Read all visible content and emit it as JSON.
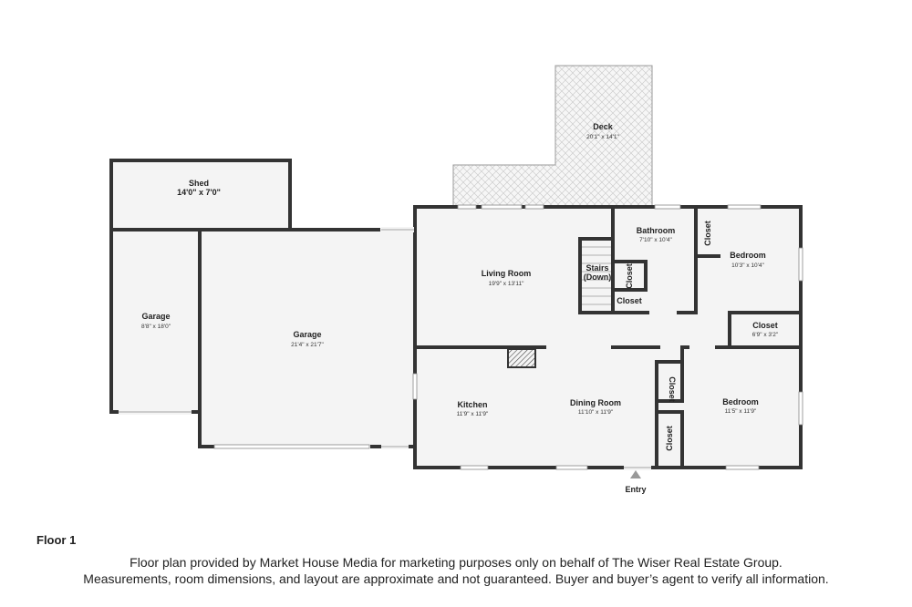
{
  "floor_label": "Floor 1",
  "disclaimer": {
    "line1": "Floor plan provided by Market House Media for marketing purposes only on behalf of The Wiser Real Estate Group.",
    "line2": "Measurements, room dimensions, and layout are approximate and not guaranteed. Buyer and buyer’s agent to verify all information."
  },
  "rooms": {
    "deck": {
      "name": "Deck",
      "dim": "20'1\" x 14'1\""
    },
    "shed": {
      "name": "Shed",
      "dim": "14'0\" x 7'0\""
    },
    "garage_small": {
      "name": "Garage",
      "dim": "8'8\" x 18'0\""
    },
    "garage_large": {
      "name": "Garage",
      "dim": "21'4\" x 21'7\""
    },
    "living_room": {
      "name": "Living Room",
      "dim": "19'9\" x 13'11\""
    },
    "stairs": {
      "name1": "Stairs",
      "name2": "(Down)"
    },
    "bathroom": {
      "name": "Bathroom",
      "dim": "7'10\" x 10'4\""
    },
    "bedroom_top": {
      "name": "Bedroom",
      "dim": "10'3\" x 10'4\""
    },
    "closet_hall": {
      "name": "Closet",
      "dim": "6'9\" x 3'2\""
    },
    "kitchen": {
      "name": "Kitchen",
      "dim": "11'9\" x 11'9\""
    },
    "dining_room": {
      "name": "Dining Room",
      "dim": "11'10\" x 11'9\""
    },
    "bedroom_bottom": {
      "name": "Bedroom",
      "dim": "11'5\" x 11'9\""
    },
    "closet_label": "Closet",
    "entry": "Entry"
  }
}
